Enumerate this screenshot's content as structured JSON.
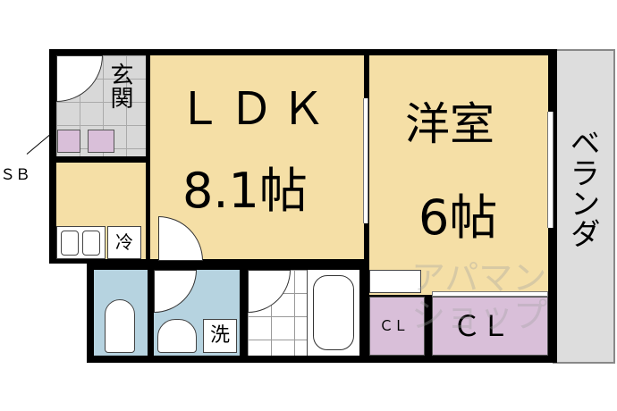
{
  "rooms": {
    "genkan": "玄関",
    "genkan_line2": "関",
    "ldk": "ＬＤＫ",
    "ldk_size": "8.1帖",
    "western": "洋室",
    "western_size": "6帖",
    "balcony": "ベランダ",
    "closet_small": "ＣＬ",
    "closet_large": "ＣＬ",
    "shoe_box": "ＳＢ",
    "fridge": "冷",
    "washer": "洗"
  },
  "watermark": "アパマンショップ"
}
